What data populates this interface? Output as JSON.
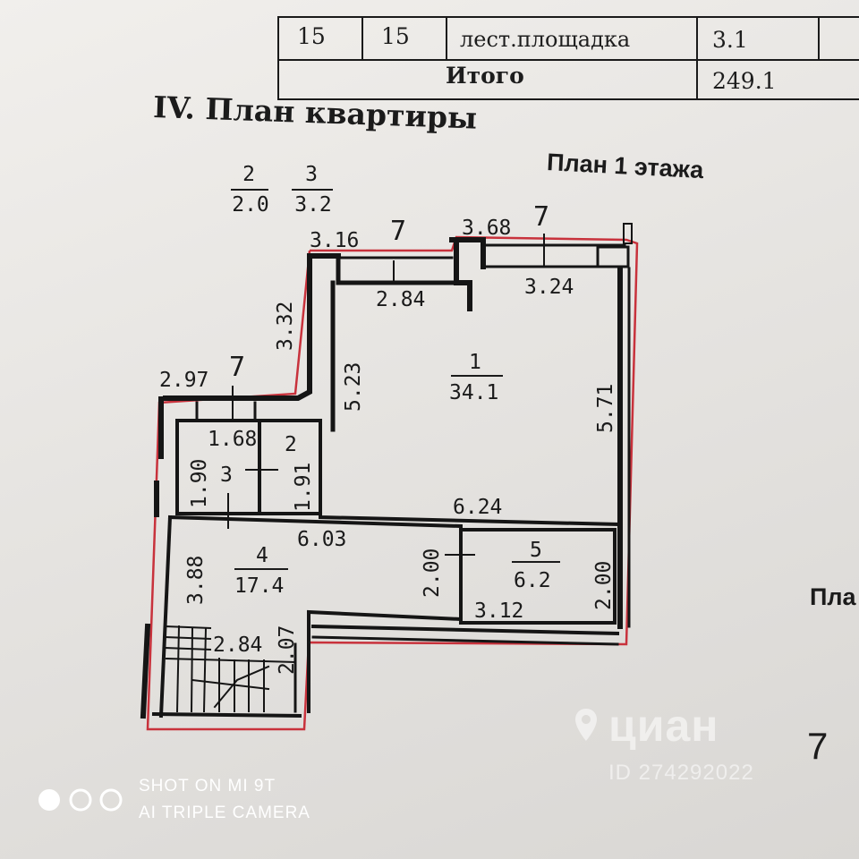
{
  "table": {
    "row": {
      "col1": "15",
      "col2": "15",
      "name": "лест.площадка",
      "area": "3.1"
    },
    "total": {
      "label": "Итого",
      "area": "249.1"
    }
  },
  "section_title": "IV. План квартиры",
  "floor_title": "План 1  этажа",
  "plan_cut": "Пла",
  "page_number": "7",
  "legend": {
    "a": {
      "num": "2",
      "area": "2.0"
    },
    "b": {
      "num": "3",
      "area": "3.2"
    }
  },
  "wall_marks": {
    "m1": "7",
    "m2": "7",
    "m3": "7"
  },
  "dimensions": {
    "d_316": "3.16",
    "d_368": "3.68",
    "d_284_top": "2.84",
    "d_324": "3.24",
    "d_332": "3.32",
    "d_523": "5.23",
    "d_571": "5.71",
    "d_297": "2.97",
    "d_168": "1.68",
    "d_190": "1.90",
    "d_191": "1.91",
    "d_624": "6.24",
    "d_603": "6.03",
    "d_200_a": "2.00",
    "d_200_b": "2.00",
    "d_388": "3.88",
    "d_312": "3.12",
    "d_284_bot": "2.84",
    "d_207": "2.07"
  },
  "rooms": [
    {
      "num": "1",
      "area": "34.1"
    },
    {
      "num": "2"
    },
    {
      "num": "3"
    },
    {
      "num": "4",
      "area": "17.4"
    },
    {
      "num": "5",
      "area": "6.2"
    }
  ],
  "watermark": {
    "logo": "циан",
    "id": "ID 274292022"
  },
  "camera": {
    "line1": "SHOT ON MI 9T",
    "line2": "AI TRIPLE CAMERA"
  },
  "colors": {
    "wall": "#151515",
    "redline": "#c8323c",
    "paper": "#ecebe8"
  }
}
